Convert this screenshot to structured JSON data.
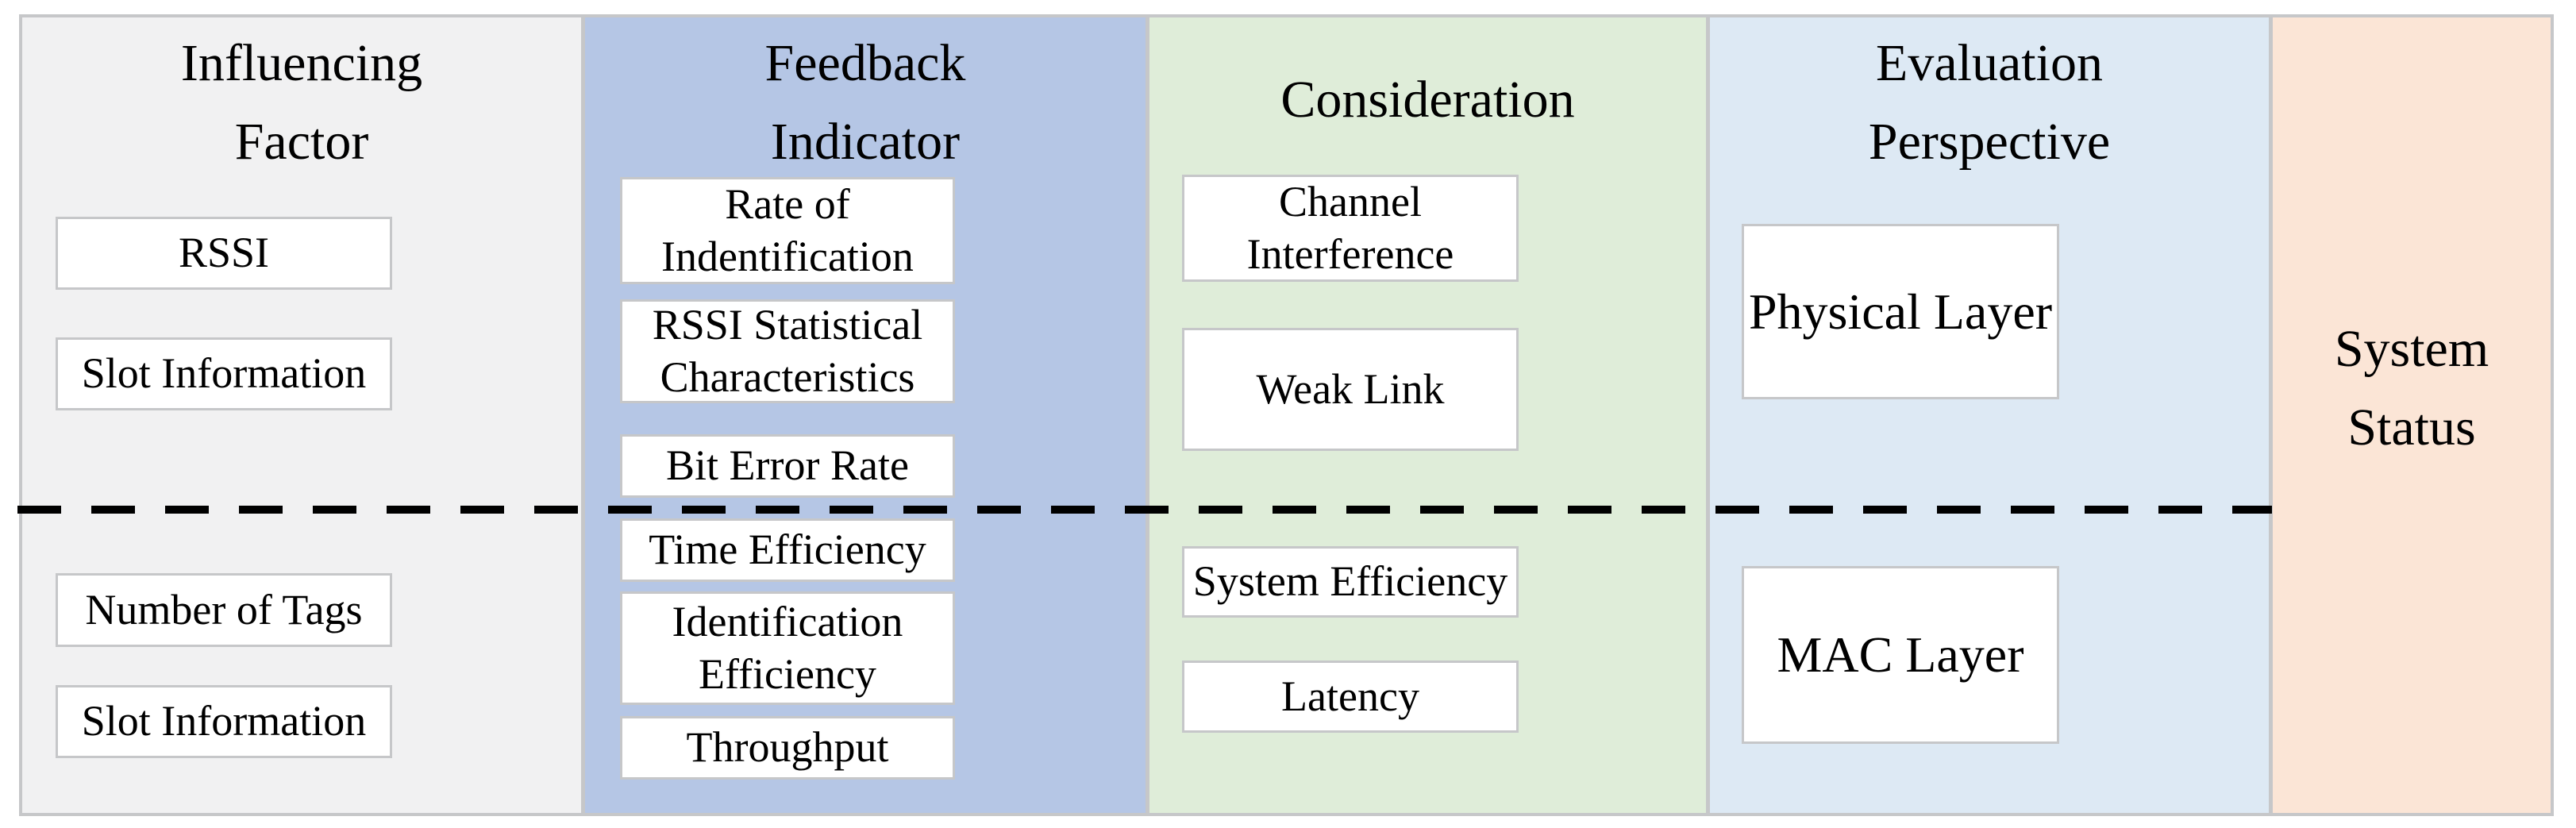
{
  "diagram": {
    "divider_style": "horizontal-dashed-line",
    "colors": {
      "frame_and_gap_gray": "#c6c7c9",
      "box_border": "#c6c7c9",
      "box_bg": "#ffffff",
      "divider_black": "#000000",
      "influencing_factor_bg": "#f1f1f2",
      "feedback_indicator_bg": "#b5c6e5",
      "consideration_bg": "#dfedd9",
      "evaluation_perspective_bg": "#dde9f4",
      "system_status_bg": "#fbe5d6"
    },
    "columns": [
      {
        "title": "Influencing Factor",
        "boxes": [
          {
            "label": "RSSI"
          },
          {
            "label": "Slot Information"
          },
          {
            "label": "Number of Tags"
          },
          {
            "label": "Slot Information"
          }
        ]
      },
      {
        "title": "Feedback Indicator",
        "boxes": [
          {
            "label": "Rate of Indentification"
          },
          {
            "label": "RSSI Statistical Characteristics"
          },
          {
            "label": "Bit Error Rate"
          },
          {
            "label": "Time Efficiency"
          },
          {
            "label": "Identification Efficiency"
          },
          {
            "label": "Throughput"
          }
        ]
      },
      {
        "title": "Consideration",
        "boxes": [
          {
            "label": "Channel Interference"
          },
          {
            "label": "Weak Link"
          },
          {
            "label": "System Efficiency"
          },
          {
            "label": "Latency"
          }
        ]
      },
      {
        "title": "Evaluation Perspective",
        "boxes": [
          {
            "label": "Physical Layer"
          },
          {
            "label": "MAC Layer"
          }
        ]
      },
      {
        "title": "System Status",
        "boxes": []
      }
    ]
  }
}
